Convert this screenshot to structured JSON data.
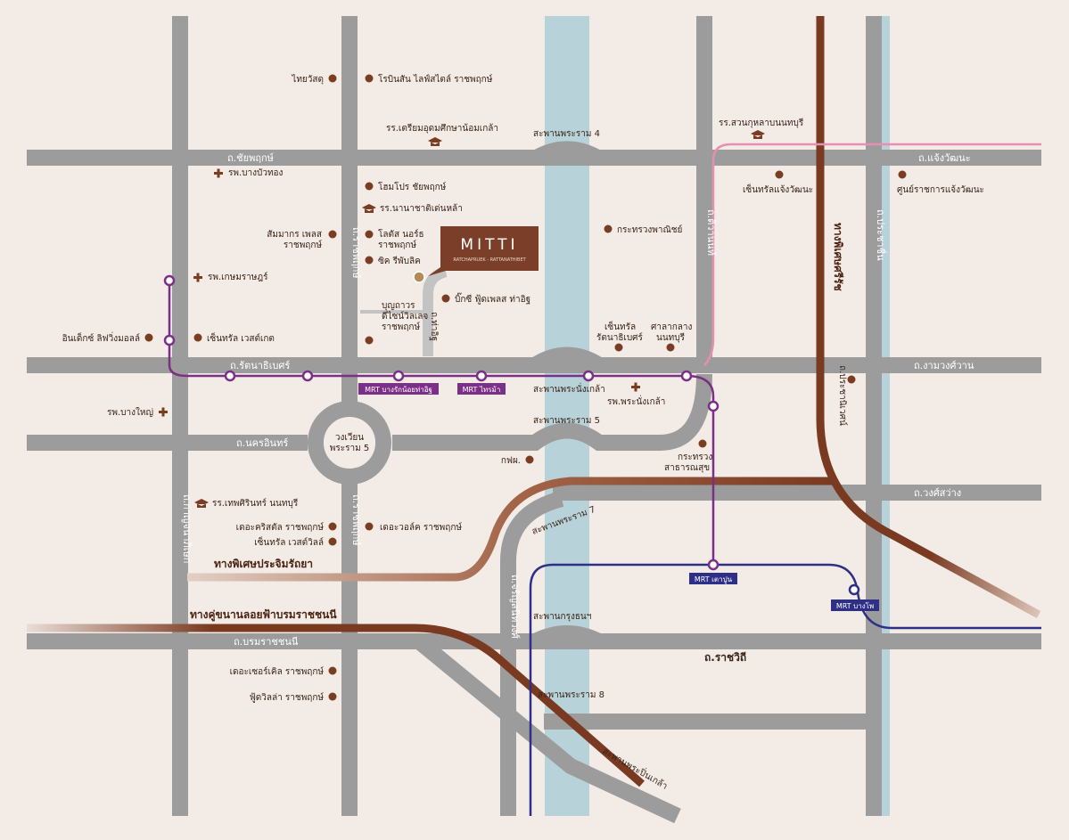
{
  "project": {
    "name": "MITTI",
    "tagline": "RATCHAPRUEK - RATTANATHIBET"
  },
  "colors": {
    "background": "#f3ebe6",
    "road": "#9c9c9c",
    "river": "#b7d2d9",
    "expressway": "#7a3a22",
    "purple_line": "#7b2f86",
    "blue_line": "#2e2f86",
    "pink_line": "#e58fb1",
    "poi_dot": "#7a3d22",
    "brand_box": "#7b3f29"
  },
  "roads": {
    "chaiyaphruek": "ถ.ชัยพฤกษ์",
    "chaengwattana": "ถ.แจ้งวัฒนะ",
    "rattanathibet": "ถ.รัตนาธิเบศร์",
    "ngamwongwan": "ถ.งามวงศ์วาน",
    "nakhon_in": "ถ.นครอินทร์",
    "wongsawang": "ถ.วงศ์สว่าง",
    "borommaratchachonnani": "ถ.บรมราชชนนี",
    "ratchawithi": "ถ.ราชวิถี",
    "ratchaphruek_north": "ถ.ราชพฤกษ์",
    "ratchaphruek_south": "ถ.ราชพฤกษ์",
    "tiwanon": "ถ.ติวานนท์",
    "prachachuen": "ถ.ประชาชื่น",
    "tha_it": "ถ.ท่าอิฐ",
    "kanchanaphisek": "ถ.กาญจนาภิเษก",
    "charansanitwong": "ถ.จรัญสนิทวงศ์",
    "prachaniwet": "ถ.ประชานิเวศน์"
  },
  "bridges": {
    "rama4": "สะพานพระราม 4",
    "nonthaburi": "สะพานพระนั่งเกล้า",
    "rama5": "สะพานพระราม 5",
    "rama7": "สะพานพระราม 7",
    "krungthon": "สะพานกรุงธนฯ",
    "rama8": "สะพานพระราม 8",
    "pinklao": "สะพานพระปิ่นเกล้า"
  },
  "roundabout": {
    "line1": "วงเวียน",
    "line2": "พระราม 5"
  },
  "expressways": {
    "pracharat": "ทางพิเศษประจิมรัถยา",
    "borommaratchachonnani": "ทางคู่ขนานลอยฟ้าบรมราชชนนี",
    "sirat": "ทางพิเศษศรีรัช"
  },
  "stations": {
    "bang_rak_noi": "MRT บางรักน้อยท่าอิฐ",
    "sai_ma": "MRT ไทรม้า",
    "tao_poon": "MRT เตาปูน",
    "bang_pho": "MRT บางโพ"
  },
  "poi": {
    "thai_watsadu": "ไทยวัสดุ",
    "robinson": "โรบินสัน ไลฟ์สไตล์ ราชพฤกษ์",
    "triam_udom": "รร.เตรียมอุดมศึกษาน้อมเกล้า",
    "suankularb": "รร.สวนกุหลาบนนทบุรี",
    "bua_thong_hospital": "รพ.บางบัวทอง",
    "homepro": "โฮมโปร ชัยพฤกษ์",
    "international_school": "รร.นานาชาติเด่นหล้า",
    "central_chaeng": "เซ็นทรัลแจ้งวัฒนะ",
    "govt_complex": "ศูนย์ราชการแจ้งวัฒนะ",
    "sammakorn_1": "สัมมากร เพลส",
    "sammakorn_2": "ราชพฤกษ์",
    "lotus_1": "โลตัส นอร์ธ",
    "lotus_2": "ราชพฤกษ์",
    "big_c": "ซิค รีพับลิค",
    "commerce_ministry": "กระทรวงพาณิชย์",
    "kasemrad": "รพ.เกษมราษฎร์",
    "big_c_food": "บิ๊กซี ฟู้ดเพลส ท่าอิฐ",
    "bunnakarn_1": "บุญถาวร",
    "bunnakarn_2": "ดีไซน์วิลเลจ",
    "bunnakarn_3": "ราชพฤกษ์",
    "central_ratta_1": "เซ็นทรัล",
    "central_ratta_2": "รัตนาธิเบศร์",
    "city_hall_1": "ศาลากลาง",
    "city_hall_2": "นนทบุรี",
    "index": "อินเด็กซ์ ลิฟวิ่งมอลล์",
    "central_westgate": "เซ็นทรัล เวสต์เกต",
    "bang_yai_hospital": "รพ.บางใหญ่",
    "phra_nang_klao_hospital": "รพ.พระนั่งเกล้า",
    "egat": "กฟผ.",
    "health_ministry_1": "กระทรวง",
    "health_ministry_2": "สาธารณสุข",
    "thepsirin": "รร.เทพศิรินทร์ นนทบุรี",
    "crystal": "เดอะคริสตัล ราชพฤกษ์",
    "central_westville": "เซ็นทรัล เวสต์วิลล์",
    "the_walk": "เดอะวอล์ค ราชพฤกษ์",
    "the_circle": "เดอะเซอร์เคิล ราชพฤกษ์",
    "flora_ville": "ฟู้ดวิลล่า ราชพฤกษ์"
  }
}
